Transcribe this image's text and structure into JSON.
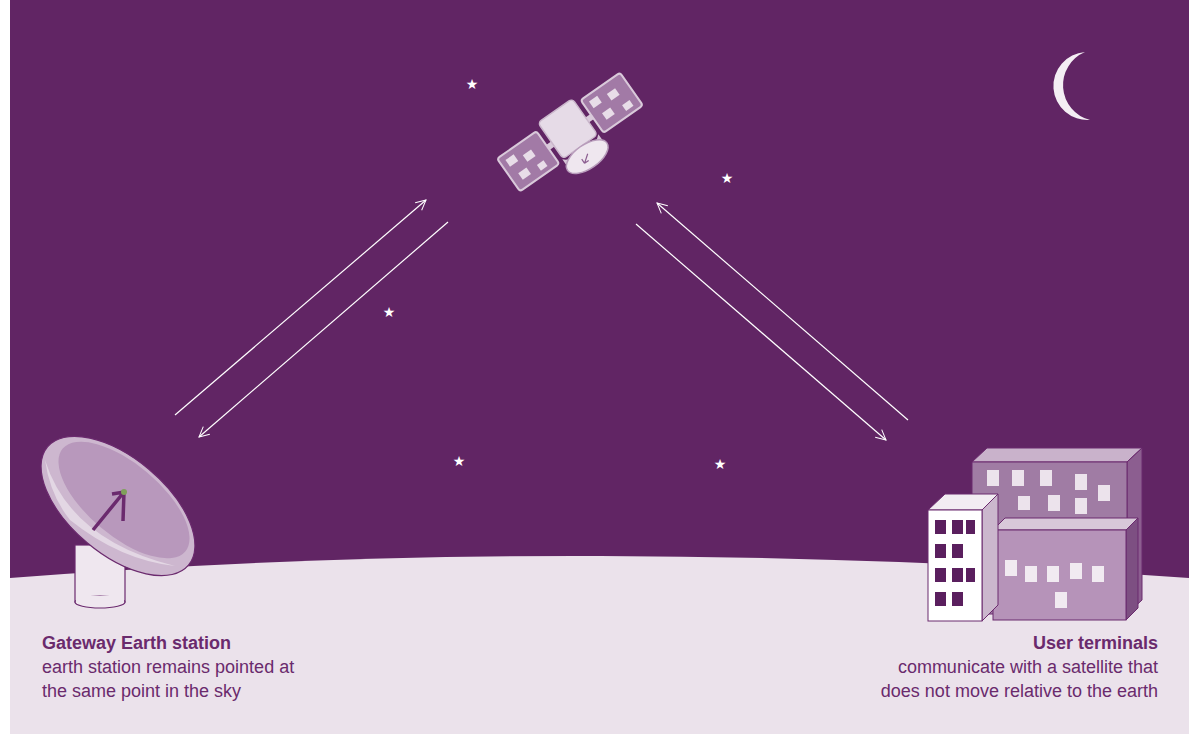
{
  "diagram": {
    "nodes": [
      {
        "text": [
          "Gateway Earth station",
          "earth station remains pointed at the same point in the sky"
        ]
      },
      {
        "text": [
          "User terminals",
          "communicate with a satellite that does not move relative to the earth"
        ]
      }
    ]
  }
}
